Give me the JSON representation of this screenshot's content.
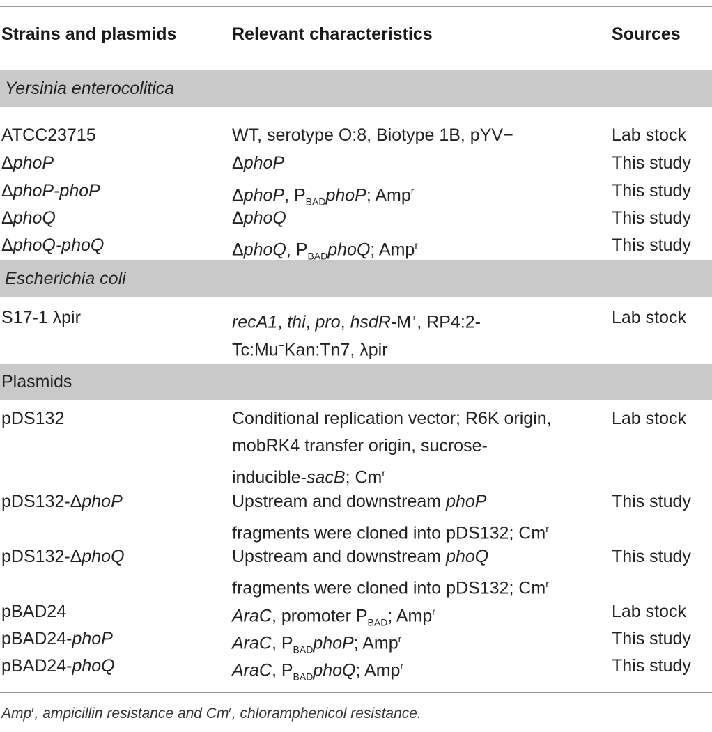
{
  "header": {
    "col1": "Strains and plasmids",
    "col2": "Relevant characteristics",
    "col3": "Sources"
  },
  "sections": {
    "yersinia": "Yersinia enterocolitica",
    "ecoli": "Escherichia coli",
    "plasmids": "Plasmids"
  },
  "rows": [
    {
      "name": "ATCC23715",
      "chars": [
        "WT, serotype O:8, Biotype 1B, pYV−"
      ],
      "source": "Lab stock"
    },
    {
      "name": "ΔphoP",
      "chars": [
        "ΔphoP"
      ],
      "source": "This study"
    },
    {
      "name": "ΔphoP-phoP",
      "chars": [
        "ΔphoP, P_BAD phoP; Amp^r"
      ],
      "source": "This study"
    },
    {
      "name": "ΔphoQ",
      "chars": [
        "ΔphoQ"
      ],
      "source": "This study"
    },
    {
      "name": "ΔphoQ-phoQ",
      "chars": [
        "ΔphoQ, P_BAD phoQ; Amp^r"
      ],
      "source": "This study"
    },
    {
      "name": "S17-1 λpir",
      "chars": [
        "recA1, thi, pro, hsdR-M+, RP4:2-",
        "Tc:Mu−Kan:Tn7, λpir"
      ],
      "source": "Lab stock"
    },
    {
      "name": "pDS132",
      "chars": [
        "Conditional replication vector; R6K origin,",
        "mobRK4 transfer origin, sucrose-",
        "inducible-sacB; Cm^r"
      ],
      "source": "Lab stock"
    },
    {
      "name": "pDS132-ΔphoP",
      "chars": [
        "Upstream and downstream phoP",
        "fragments were cloned into pDS132; Cm^r"
      ],
      "source": "This study"
    },
    {
      "name": "pDS132-ΔphoQ",
      "chars": [
        "Upstream and downstream phoQ",
        "fragments were cloned into pDS132; Cm^r"
      ],
      "source": "This study"
    },
    {
      "name": "pBAD24",
      "chars": [
        "AraC, promoter P_BAD; Amp^r"
      ],
      "source": "Lab stock"
    },
    {
      "name": "pBAD24-phoP",
      "chars": [
        "AraC, P_BAD phoP; Amp^r"
      ],
      "source": "This study"
    },
    {
      "name": "pBAD24-phoQ",
      "chars": [
        "AraC, P_BAD phoQ; Amp^r"
      ],
      "source": "This study"
    }
  ],
  "footnote": "Amp^r, ampicillin resistance and Cm^r, chloramphenicol resistance."
}
